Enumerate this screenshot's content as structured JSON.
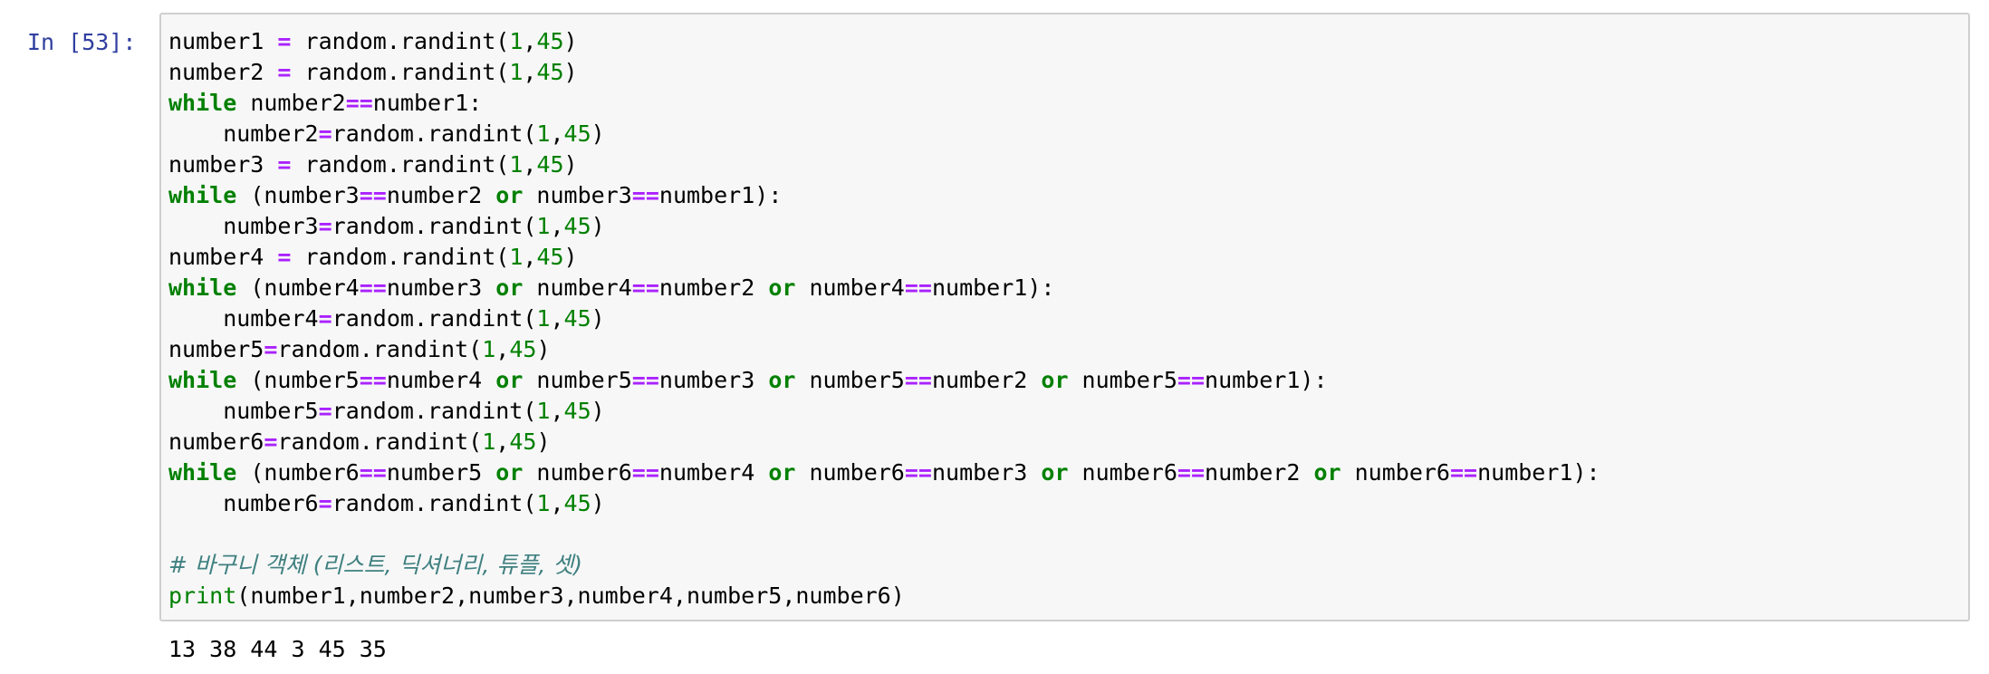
{
  "cell": {
    "prompt": "In [53]:",
    "code_lines": [
      [
        {
          "t": "number1 "
        },
        {
          "t": "=",
          "c": "op"
        },
        {
          "t": " random.randint("
        },
        {
          "t": "1",
          "c": "num"
        },
        {
          "t": ","
        },
        {
          "t": "45",
          "c": "num"
        },
        {
          "t": ")"
        }
      ],
      [
        {
          "t": "number2 "
        },
        {
          "t": "=",
          "c": "op"
        },
        {
          "t": " random.randint("
        },
        {
          "t": "1",
          "c": "num"
        },
        {
          "t": ","
        },
        {
          "t": "45",
          "c": "num"
        },
        {
          "t": ")"
        }
      ],
      [
        {
          "t": "while",
          "c": "kw"
        },
        {
          "t": " number2"
        },
        {
          "t": "==",
          "c": "op"
        },
        {
          "t": "number1:"
        }
      ],
      [
        {
          "t": "    number2"
        },
        {
          "t": "=",
          "c": "op"
        },
        {
          "t": "random.randint("
        },
        {
          "t": "1",
          "c": "num"
        },
        {
          "t": ","
        },
        {
          "t": "45",
          "c": "num"
        },
        {
          "t": ")"
        }
      ],
      [
        {
          "t": "number3 "
        },
        {
          "t": "=",
          "c": "op"
        },
        {
          "t": " random.randint("
        },
        {
          "t": "1",
          "c": "num"
        },
        {
          "t": ","
        },
        {
          "t": "45",
          "c": "num"
        },
        {
          "t": ")"
        }
      ],
      [
        {
          "t": "while",
          "c": "kw"
        },
        {
          "t": " (number3"
        },
        {
          "t": "==",
          "c": "op"
        },
        {
          "t": "number2 "
        },
        {
          "t": "or",
          "c": "kw"
        },
        {
          "t": " number3"
        },
        {
          "t": "==",
          "c": "op"
        },
        {
          "t": "number1):"
        }
      ],
      [
        {
          "t": "    number3"
        },
        {
          "t": "=",
          "c": "op"
        },
        {
          "t": "random.randint("
        },
        {
          "t": "1",
          "c": "num"
        },
        {
          "t": ","
        },
        {
          "t": "45",
          "c": "num"
        },
        {
          "t": ")"
        }
      ],
      [
        {
          "t": "number4 "
        },
        {
          "t": "=",
          "c": "op"
        },
        {
          "t": " random.randint("
        },
        {
          "t": "1",
          "c": "num"
        },
        {
          "t": ","
        },
        {
          "t": "45",
          "c": "num"
        },
        {
          "t": ")"
        }
      ],
      [
        {
          "t": "while",
          "c": "kw"
        },
        {
          "t": " (number4"
        },
        {
          "t": "==",
          "c": "op"
        },
        {
          "t": "number3 "
        },
        {
          "t": "or",
          "c": "kw"
        },
        {
          "t": " number4"
        },
        {
          "t": "==",
          "c": "op"
        },
        {
          "t": "number2 "
        },
        {
          "t": "or",
          "c": "kw"
        },
        {
          "t": " number4"
        },
        {
          "t": "==",
          "c": "op"
        },
        {
          "t": "number1):"
        }
      ],
      [
        {
          "t": "    number4"
        },
        {
          "t": "=",
          "c": "op"
        },
        {
          "t": "random.randint("
        },
        {
          "t": "1",
          "c": "num"
        },
        {
          "t": ","
        },
        {
          "t": "45",
          "c": "num"
        },
        {
          "t": ")"
        }
      ],
      [
        {
          "t": "number5"
        },
        {
          "t": "=",
          "c": "op"
        },
        {
          "t": "random.randint("
        },
        {
          "t": "1",
          "c": "num"
        },
        {
          "t": ","
        },
        {
          "t": "45",
          "c": "num"
        },
        {
          "t": ")"
        }
      ],
      [
        {
          "t": "while",
          "c": "kw"
        },
        {
          "t": " (number5"
        },
        {
          "t": "==",
          "c": "op"
        },
        {
          "t": "number4 "
        },
        {
          "t": "or",
          "c": "kw"
        },
        {
          "t": " number5"
        },
        {
          "t": "==",
          "c": "op"
        },
        {
          "t": "number3 "
        },
        {
          "t": "or",
          "c": "kw"
        },
        {
          "t": " number5"
        },
        {
          "t": "==",
          "c": "op"
        },
        {
          "t": "number2 "
        },
        {
          "t": "or",
          "c": "kw"
        },
        {
          "t": " number5"
        },
        {
          "t": "==",
          "c": "op"
        },
        {
          "t": "number1):"
        }
      ],
      [
        {
          "t": "    number5"
        },
        {
          "t": "=",
          "c": "op"
        },
        {
          "t": "random.randint("
        },
        {
          "t": "1",
          "c": "num"
        },
        {
          "t": ","
        },
        {
          "t": "45",
          "c": "num"
        },
        {
          "t": ")"
        }
      ],
      [
        {
          "t": "number6"
        },
        {
          "t": "=",
          "c": "op"
        },
        {
          "t": "random.randint("
        },
        {
          "t": "1",
          "c": "num"
        },
        {
          "t": ","
        },
        {
          "t": "45",
          "c": "num"
        },
        {
          "t": ")"
        }
      ],
      [
        {
          "t": "while",
          "c": "kw"
        },
        {
          "t": " (number6"
        },
        {
          "t": "==",
          "c": "op"
        },
        {
          "t": "number5 "
        },
        {
          "t": "or",
          "c": "kw"
        },
        {
          "t": " number6"
        },
        {
          "t": "==",
          "c": "op"
        },
        {
          "t": "number4 "
        },
        {
          "t": "or",
          "c": "kw"
        },
        {
          "t": " number6"
        },
        {
          "t": "==",
          "c": "op"
        },
        {
          "t": "number3 "
        },
        {
          "t": "or",
          "c": "kw"
        },
        {
          "t": " number6"
        },
        {
          "t": "==",
          "c": "op"
        },
        {
          "t": "number2 "
        },
        {
          "t": "or",
          "c": "kw"
        },
        {
          "t": " number6"
        },
        {
          "t": "==",
          "c": "op"
        },
        {
          "t": "number1):"
        }
      ],
      [
        {
          "t": "    number6"
        },
        {
          "t": "=",
          "c": "op"
        },
        {
          "t": "random.randint("
        },
        {
          "t": "1",
          "c": "num"
        },
        {
          "t": ","
        },
        {
          "t": "45",
          "c": "num"
        },
        {
          "t": ")"
        }
      ],
      [],
      [
        {
          "t": "# 바구니 객체 (리스트, 딕셔너리, 튜플, 셋)",
          "c": "cm"
        }
      ],
      [
        {
          "t": "print",
          "c": "bi"
        },
        {
          "t": "(number1,number2,number3,number4,number5,number6)"
        }
      ]
    ],
    "output": "13 38 44 3 45 35"
  },
  "colors": {
    "prompt": "#303F9F",
    "keyword": "#008000",
    "operator": "#AA22FF",
    "number": "#008000",
    "comment": "#408080",
    "cell_background": "#f7f7f7",
    "cell_border": "#cfcfcf"
  }
}
